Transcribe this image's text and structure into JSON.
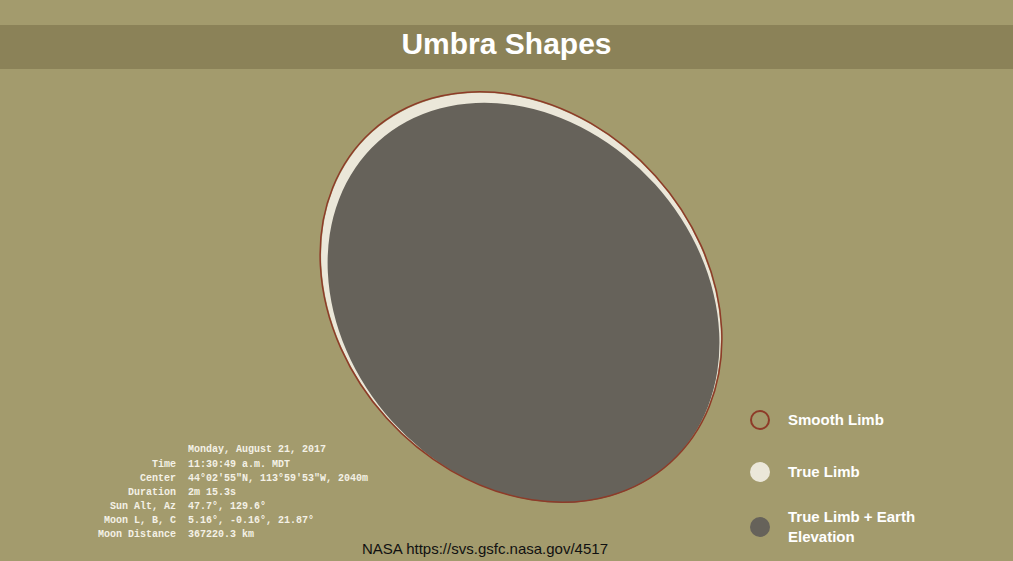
{
  "diagram": {
    "title": "Umbra Shapes",
    "labels": [
      "Monday, August 21, 2017",
      "Time",
      "11:30:49 a.m. MDT",
      "Center",
      "44°02'55\"N, 113°59'53\"W, 2040m",
      "Duration",
      "2m 15.3s",
      "Sun Alt, Az",
      "47.7°, 129.6°",
      "Moon L, B, C",
      "5.16°, -0.16°, 21.87°",
      "Moon Distance",
      "367220.3 km",
      "NASA  https://svs.gsfc.nasa.gov/4517"
    ],
    "legend": [
      {
        "text": "Smooth Limb"
      },
      {
        "text": "True Limb",
        "color": "#ebe7d9"
      },
      {
        "text": "True Limb + Earth Elevation",
        "color": "#66625a"
      }
    ]
  }
}
